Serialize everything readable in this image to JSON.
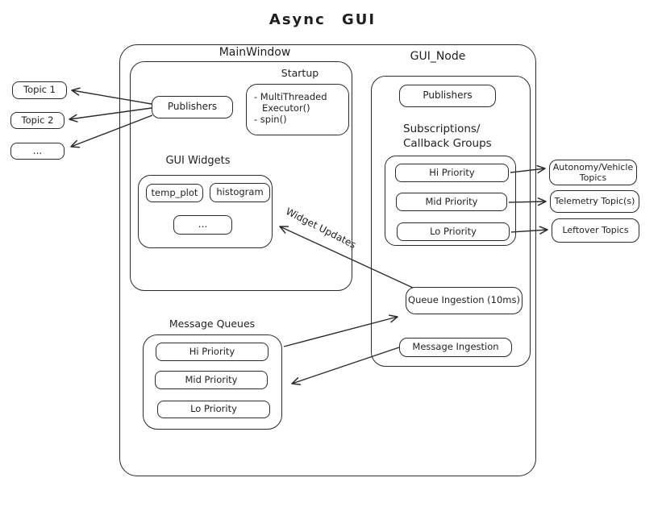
{
  "title": "Async GUI",
  "colors": {
    "stroke": "#2b2b2b",
    "text": "#1f1f1f",
    "background": "#ffffff"
  },
  "left_topics": {
    "items": [
      "Topic 1",
      "Topic 2",
      "..."
    ]
  },
  "main_window": {
    "label": "MainWindow",
    "publishers": "Publishers",
    "startup": {
      "label": "Startup",
      "lines": [
        "- MultiThreaded",
        "Executor()",
        "- spin()"
      ]
    },
    "gui_widgets": {
      "label": "GUI Widgets",
      "items": [
        "temp_plot",
        "histogram",
        "..."
      ]
    }
  },
  "gui_node": {
    "label": "GUI_Node",
    "publishers": "Publishers",
    "subscriptions_heading": [
      "Subscriptions/",
      "Callback Groups"
    ],
    "callback_groups": [
      "Hi Priority",
      "Mid Priority",
      "Lo Priority"
    ],
    "queue_ingestion": "Queue Ingestion (10ms)",
    "message_ingestion": "Message Ingestion"
  },
  "message_queues": {
    "label": "Message Queues",
    "items": [
      "Hi Priority",
      "Mid Priority",
      "Lo Priority"
    ]
  },
  "right_topics": {
    "items": [
      "Autonomy/Vehicle Topics",
      "Telemetry Topic(s)",
      "Leftover Topics"
    ]
  },
  "edge_labels": {
    "widget_updates": "Widget Updates"
  }
}
